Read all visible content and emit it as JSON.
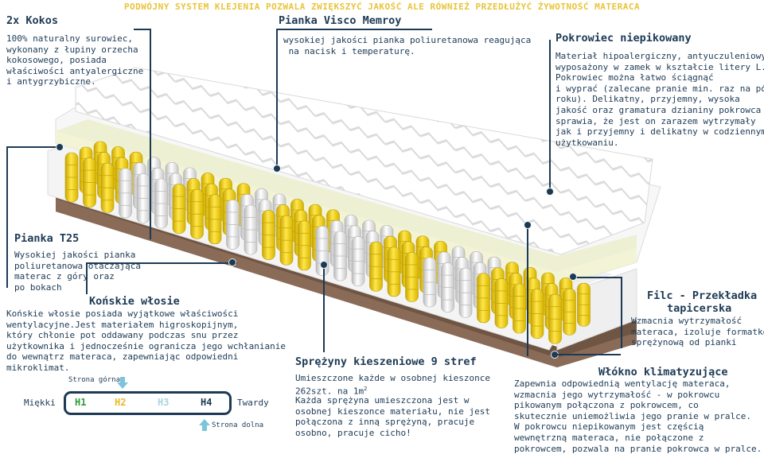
{
  "top_banner": "PODWÓJNY SYSTEM KLEJENIA POZWALA ZWIĘKSZYĆ JAKOŚĆ ALE RÓWNIEŻ PRZEDŁUŻYĆ ŻYWOTNOŚĆ MATERACA",
  "kokos": {
    "title": "2x Kokos",
    "text": "100% naturalny surowiec,\nwykonany z łupiny orzecha\nkokosowego, posiada\nwłaściwości antyalergiczne\ni antygrzybiczne."
  },
  "visco": {
    "title": "Pianka Visco Memroy",
    "text": "wysokiej jakości pianka poliuretanowa reagująca\n na nacisk i temperaturę."
  },
  "pokrowiec": {
    "title": "Pokrowiec niepikowany",
    "text": "Materiał hipoalergiczny, antyuczuleniowy,\nwyposażony w zamek w kształcie litery L.\nPokrowiec można łatwo ściągnąć\ni wyprać (zalecane pranie min. raz na pół\nroku). Delikatny, przyjemny, wysoka\njakość oraz gramatura dzianiny pokrowca\nsprawia, że jest on zarazem wytrzymały\njak i przyjemny i delikatny w codziennym\nużytkowaniu."
  },
  "t25": {
    "title": "Pianka T25",
    "text": "Wysokiej jakości pianka\npoliuretanowa otaczająca\nmaterac z góry oraz\npo bokach"
  },
  "konskie": {
    "title": "Końskie włosie",
    "text": "Końskie włosie posiada wyjątkowe właściwości\nwentylacyjne.Jest materiałem higroskopijnym,\nktóry chłonie pot oddawany podczas snu przez\nużytkownika i jednocześnie ogranicza jego wchłanianie\ndo wewnątrz materaca, zapewniając odpowiedni\nmikroklimat."
  },
  "filc": {
    "title_1": "Filc - Przekładka",
    "title_2": "tapicerska",
    "text": "Wzmacnia wytrzymałość\nmateraca, izoluje formatkę\nsprężynową od pianki"
  },
  "sprezyny": {
    "title": "Sprężyny kieszeniowe 9 stref",
    "text_1": "Umieszczone każde w osobnej kieszonce",
    "text_2": "262szt. na 1m",
    "sup": "2",
    "text_3": "Każda sprężyna umieszczona jest w\nosobnej kieszonce materiału, nie jest\npołączona z inną sprężyną, pracuje\nosobno, pracuje cicho!"
  },
  "wlokno": {
    "title": "Włókno klimatyzujące",
    "text": "Zapewnia odpowiednią wentylację materaca,\nwzmacnia jego wytrzymałość - w pokrowcu\npikowanym połączona z pokrowcem, co\nskutecznie uniemożliwia jego pranie w pralce.\nW pokrowcu niepikowanym jest częścią\nwewnętrzną materaca, nie połączone z\npokrowcem, pozwala na pranie pokrowca w pralce."
  },
  "hardness": {
    "top_side": "Strona górna",
    "bottom_side": "Strona dolna",
    "soft": "Miękki",
    "hard": "Twardy",
    "levels": [
      {
        "label": "H1",
        "color": "#2e9b3a"
      },
      {
        "label": "H2",
        "color": "#e9b82a"
      },
      {
        "label": "H3",
        "color": "#a9d3df"
      },
      {
        "label": "H4",
        "color": "#1d3a55"
      }
    ],
    "arrow_color": "#7cc4dc"
  },
  "colors": {
    "accent_navy": "#1d3a55",
    "banner_yellow": "#e9c43a",
    "spring_yellow": "#f2d21a",
    "spring_white": "#e6e6e6"
  }
}
